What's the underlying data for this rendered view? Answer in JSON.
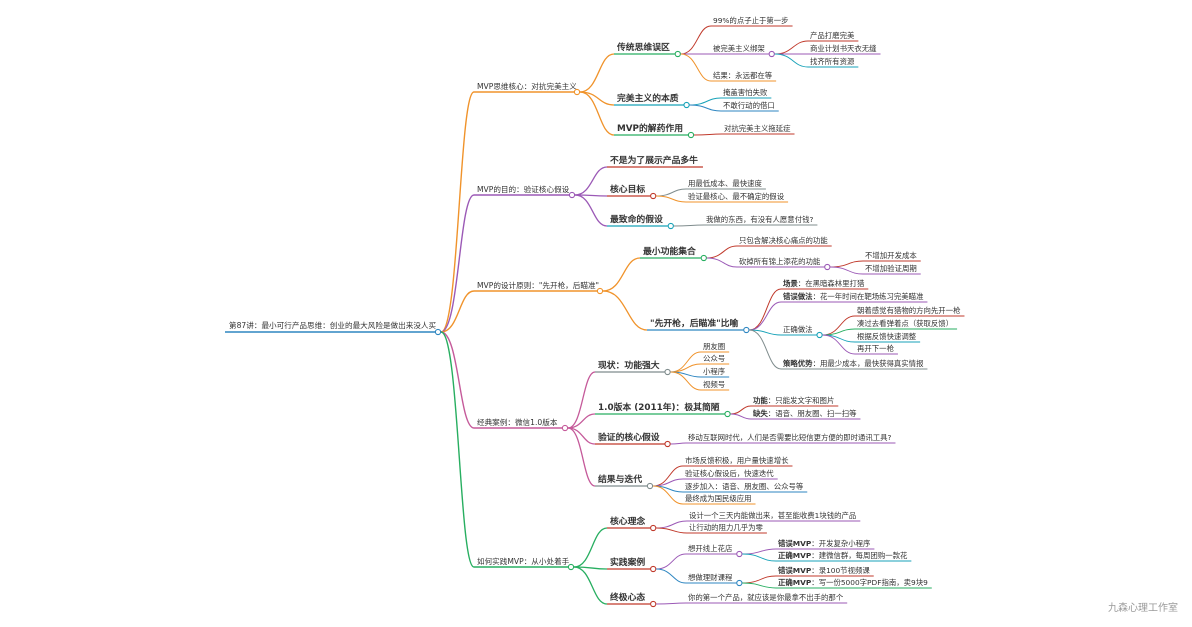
{
  "root": "第87讲：最小可行产品思维：创业的最大风险是做出来没人买",
  "watermark": "九森心理工作室",
  "colors": {
    "orange": "#f0932b",
    "purple": "#9b59b6",
    "green": "#27ae60",
    "cyan": "#17a2b8",
    "red": "#c0392b",
    "blue": "#2e86c1",
    "gray": "#7f8c8d"
  },
  "branches": [
    {
      "label": "MVP思维核心：对抗完美主义",
      "color": "#f0932b",
      "children": [
        {
          "label": "传统思维误区",
          "color": "#27ae60",
          "children": [
            {
              "label": "99%的点子止于第一步",
              "color": "#c0392b"
            },
            {
              "label": "被完美主义绑架",
              "color": "#9b59b6",
              "children": [
                {
                  "label": "产品打磨完美",
                  "color": "#c0392b"
                },
                {
                  "label": "商业计划书天衣无缝",
                  "color": "#9b59b6"
                },
                {
                  "label": "找齐所有资源",
                  "color": "#17a2b8"
                }
              ]
            },
            {
              "label": "结果：永远都在等",
              "color": "#f0932b"
            }
          ]
        },
        {
          "label": "完美主义的本质",
          "color": "#17a2b8",
          "children": [
            {
              "label": "掩盖害怕失败",
              "color": "#17a2b8"
            },
            {
              "label": "不敢行动的借口",
              "color": "#2e86c1"
            }
          ]
        },
        {
          "label": "MVP的解药作用",
          "color": "#27ae60",
          "children": [
            {
              "label": "对抗完美主义拖延症",
              "color": "#c0392b"
            }
          ]
        }
      ]
    },
    {
      "label": "MVP的目的：验证核心假设",
      "color": "#9b59b6",
      "children": [
        {
          "label": "不是为了展示产品多牛",
          "color": "#c0392b"
        },
        {
          "label": "核心目标",
          "color": "#c0392b",
          "children": [
            {
              "label": "用最低成本、最快速度",
              "color": "#7f8c8d"
            },
            {
              "label": "验证最核心、最不确定的假设",
              "color": "#f0932b"
            }
          ]
        },
        {
          "label": "最致命的假设",
          "color": "#17a2b8",
          "children": [
            {
              "label": "我做的东西，有没有人愿意付钱?",
              "color": "#7f8c8d"
            }
          ]
        }
      ]
    },
    {
      "label": "MVP的设计原则：\"先开枪，后瞄准\"",
      "color": "#f0932b",
      "children": [
        {
          "label": "最小功能集合",
          "color": "#27ae60",
          "children": [
            {
              "label": "只包含解决核心痛点的功能",
              "color": "#c0392b"
            },
            {
              "label": "砍掉所有锦上添花的功能",
              "color": "#9b59b6",
              "children": [
                {
                  "label": "不增加开发成本",
                  "color": "#c0392b"
                },
                {
                  "label": "不增加验证周期",
                  "color": "#9b59b6"
                }
              ]
            }
          ]
        },
        {
          "label": "\"先开枪，后瞄准\"比喻",
          "color": "#2e86c1",
          "children": [
            {
              "label": "场景",
              "value": "在黑暗森林里打猎",
              "color": "#c0392b"
            },
            {
              "label": "错误做法",
              "value": "花一年时间在靶场练习完美瞄准",
              "color": "#9b59b6"
            },
            {
              "label": "正确做法",
              "color": "#17a2b8",
              "children": [
                {
                  "label": "朝着感觉有猎物的方向先开一枪",
                  "color": "#c0392b"
                },
                {
                  "label": "凑过去看弹着点（获取反馈）",
                  "color": "#27ae60"
                },
                {
                  "label": "根据反馈快速调整",
                  "color": "#17a2b8"
                },
                {
                  "label": "再开下一枪",
                  "color": "#9b59b6"
                }
              ]
            },
            {
              "label": "策略优势",
              "value": "用最少成本，最快获得真实情报",
              "color": "#7f8c8d"
            }
          ]
        }
      ]
    },
    {
      "label": "经典案例：微信1.0版本",
      "color": "#c55a9a",
      "children": [
        {
          "label": "现状：功能强大",
          "color": "#7f8c8d",
          "children": [
            {
              "label": "朋友圈",
              "color": "#f0932b"
            },
            {
              "label": "公众号",
              "color": "#f0932b"
            },
            {
              "label": "小程序",
              "color": "#2e86c1"
            },
            {
              "label": "视频号",
              "color": "#f0932b"
            }
          ]
        },
        {
          "label": "1.0版本 (2011年)：极其简陋",
          "color": "#27ae60",
          "children": [
            {
              "label": "功能",
              "value": "只能发文字和图片",
              "color": "#c0392b"
            },
            {
              "label": "缺失",
              "value": "语音、朋友圈、扫一扫等",
              "color": "#9b59b6"
            }
          ]
        },
        {
          "label": "验证的核心假设",
          "color": "#c0392b",
          "children": [
            {
              "label": "移动互联网时代，人们是否需要比短信更方便的即时通讯工具?",
              "color": "#9b59b6"
            }
          ]
        },
        {
          "label": "结果与迭代",
          "color": "#7f8c8d",
          "children": [
            {
              "label": "市场反馈积极，用户量快速增长",
              "color": "#c0392b"
            },
            {
              "label": "验证核心假设后，快速迭代",
              "color": "#9b59b6"
            },
            {
              "label": "逐步加入：语音、朋友圈、公众号等",
              "color": "#2e86c1"
            },
            {
              "label": "最终成为国民级应用",
              "color": "#f0932b"
            }
          ]
        }
      ]
    },
    {
      "label": "如何实践MVP：从小处着手",
      "color": "#27ae60",
      "children": [
        {
          "label": "核心理念",
          "color": "#c0392b",
          "children": [
            {
              "label": "设计一个三天内能做出来，甚至能收费1块钱的产品",
              "color": "#9b59b6"
            },
            {
              "label": "让行动的阻力几乎为零",
              "color": "#c0392b"
            }
          ]
        },
        {
          "label": "实践案例",
          "color": "#c0392b",
          "children": [
            {
              "label": "想开线上花店",
              "color": "#9b59b6",
              "children": [
                {
                  "label": "错误MVP",
                  "value": "开发复杂小程序",
                  "color": "#9b59b6"
                },
                {
                  "label": "正确MVP",
                  "value": "建微信群，每周团购一款花",
                  "color": "#17a2b8"
                }
              ]
            },
            {
              "label": "想做理财课程",
              "color": "#2e86c1",
              "children": [
                {
                  "label": "错误MVP",
                  "value": "录100节视频课",
                  "color": "#c0392b"
                },
                {
                  "label": "正确MVP",
                  "value": "写一份5000字PDF指南，卖9块9",
                  "color": "#27ae60"
                }
              ]
            }
          ]
        },
        {
          "label": "终极心态",
          "color": "#c0392b",
          "children": [
            {
              "label": "你的第一个产品，就应该是你最拿不出手的那个",
              "color": "#9b59b6"
            }
          ]
        }
      ]
    }
  ]
}
